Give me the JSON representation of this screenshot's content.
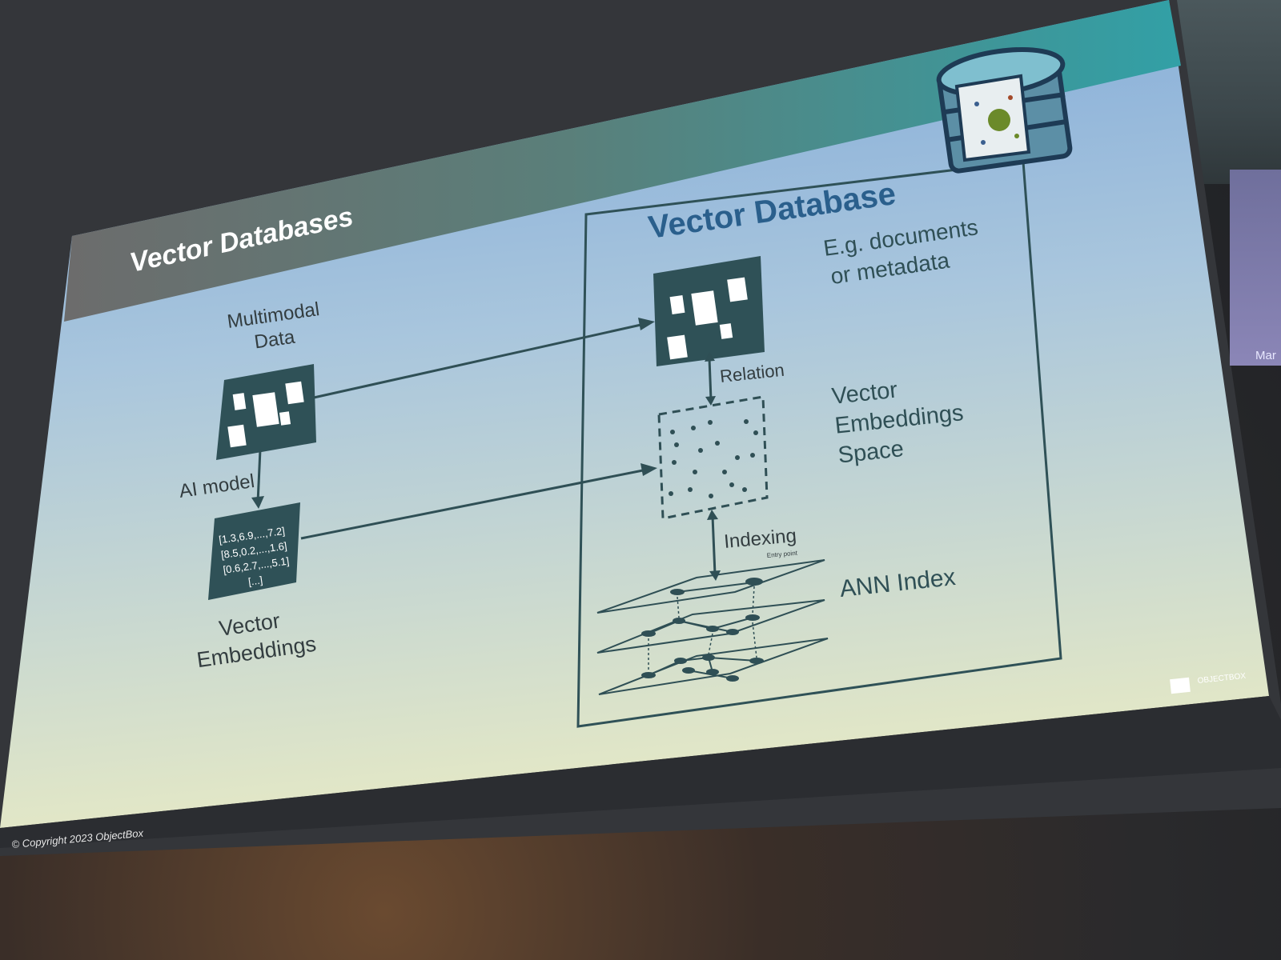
{
  "slide": {
    "title": "Vector Databases",
    "db_title": "Vector Database",
    "multimodal_label": [
      "Multimodal",
      "Data"
    ],
    "ai_model_label": "AI model",
    "vector_rows": [
      "[1.3,6.9,...,7.2]",
      "[8.5,0.2,...,1.6]",
      "[0.6,2.7,...,5.1]",
      "[...]"
    ],
    "vector_embeddings_label": [
      "Vector",
      "Embeddings"
    ],
    "docs_label": [
      "E.g. documents",
      "or metadata"
    ],
    "relation_label": "Relation",
    "space_label": [
      "Vector",
      "Embeddings",
      "Space"
    ],
    "indexing_label": "Indexing",
    "ann_label": "ANN Index",
    "entry_point_label": "Entry point",
    "brand": "OBJECTBOX",
    "copyright": "© Copyright 2023 ObjectBox"
  },
  "side_panel": {
    "text": "Mar"
  },
  "colors": {
    "dark_teal": "#2f5157",
    "title_blue": "#2a5f8c",
    "slide_top": "#7aa7d6",
    "slide_bottom": "#dfe6c4"
  }
}
